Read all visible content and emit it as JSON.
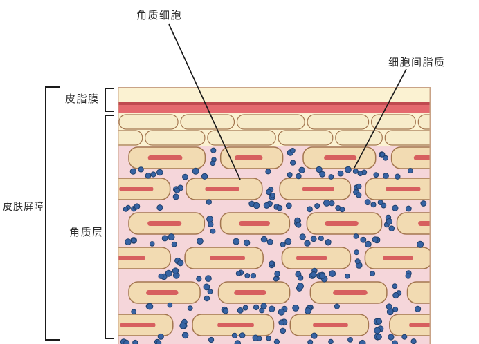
{
  "labels": {
    "corneocyte": "角质细胞",
    "intercellular_lipids": "细胞间脂质",
    "sebum_film": "皮脂膜",
    "skin_barrier": "皮肤屏障",
    "stratum_corneum": "角质层"
  },
  "colors": {
    "background": "#ffffff",
    "pink_matrix": "#f5d6da",
    "cream_band": "#fbf2d2",
    "red_stripe": "#e4696e",
    "red_stripe_dark": "#c04a50",
    "brick_fill": "#f7ecca",
    "cell_fill": "#f2dbb2",
    "cell_stroke": "#a3764f",
    "red_oval": "#d75f5f",
    "dot_fill": "#3763a3",
    "dot_stroke": "#1f3f6b",
    "line_color": "#1a1a1a",
    "text_color": "#2b2b2b",
    "border": "#c9a387"
  }
}
